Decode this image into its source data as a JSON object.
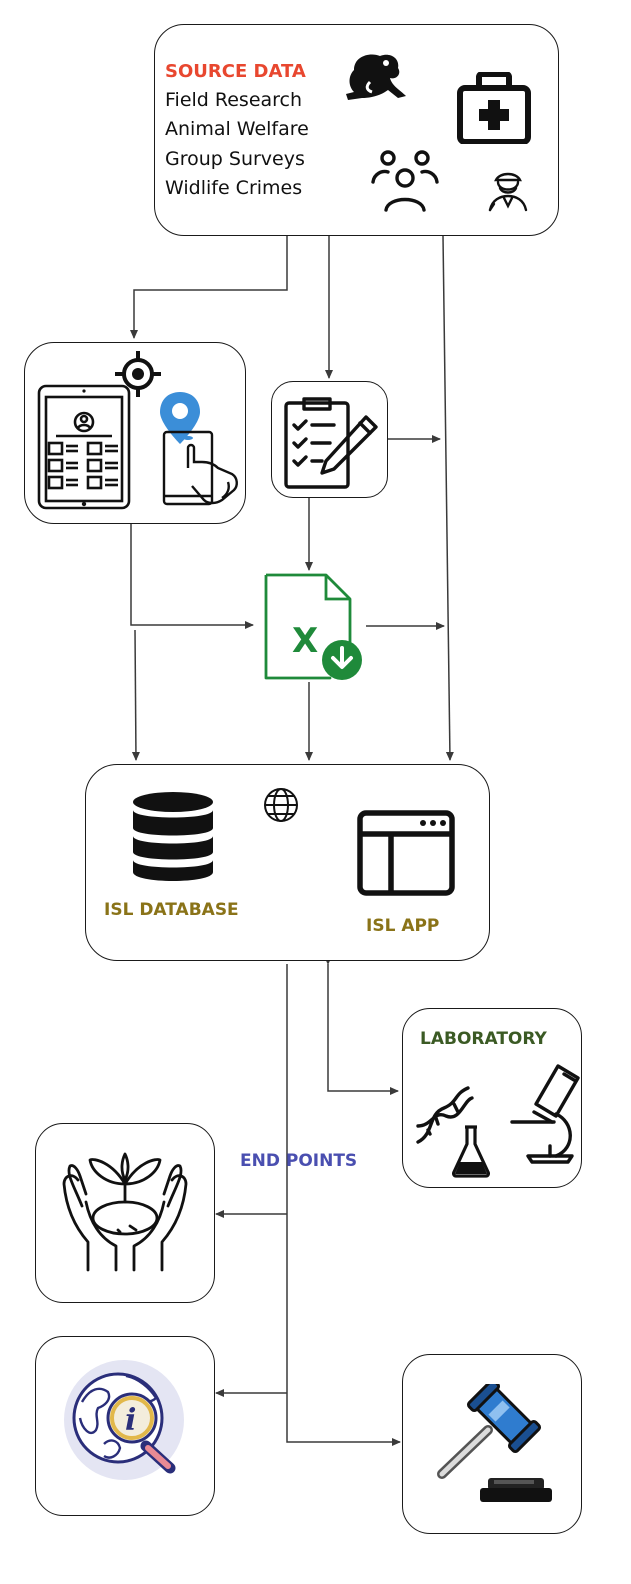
{
  "source": {
    "title": "SOURCE DATA",
    "items": [
      "Field Research",
      "Animal Welfare",
      "Group Surveys",
      "Widlife Crimes"
    ]
  },
  "database": {
    "db_label": "ISL DATABASE",
    "app_label": "ISL APP"
  },
  "laboratory": {
    "label": "LABORATORY"
  },
  "endpoints": {
    "label": "END POINTS"
  },
  "icons": {
    "frog": "frog-icon",
    "medkit": "first-aid-kit-icon",
    "group": "people-group-icon",
    "officer": "officer-icon",
    "target": "gps-target-icon",
    "tablet": "tablet-form-icon",
    "phone": "phone-location-icon",
    "checklist": "checklist-icon",
    "excel": "excel-download-icon",
    "globe": "globe-icon",
    "database": "database-icon",
    "app": "app-window-icon",
    "dna": "dna-icon",
    "flask": "flask-icon",
    "microscope": "microscope-icon",
    "plant": "hands-plant-icon",
    "info_globe": "info-globe-icon",
    "gavel": "gavel-icon"
  },
  "colors": {
    "source_title": "#e8472f",
    "olive": "#8a7318",
    "lab": "#3b5a24",
    "endpoints": "#4a4fb0",
    "excel": "#1f8a3a"
  }
}
